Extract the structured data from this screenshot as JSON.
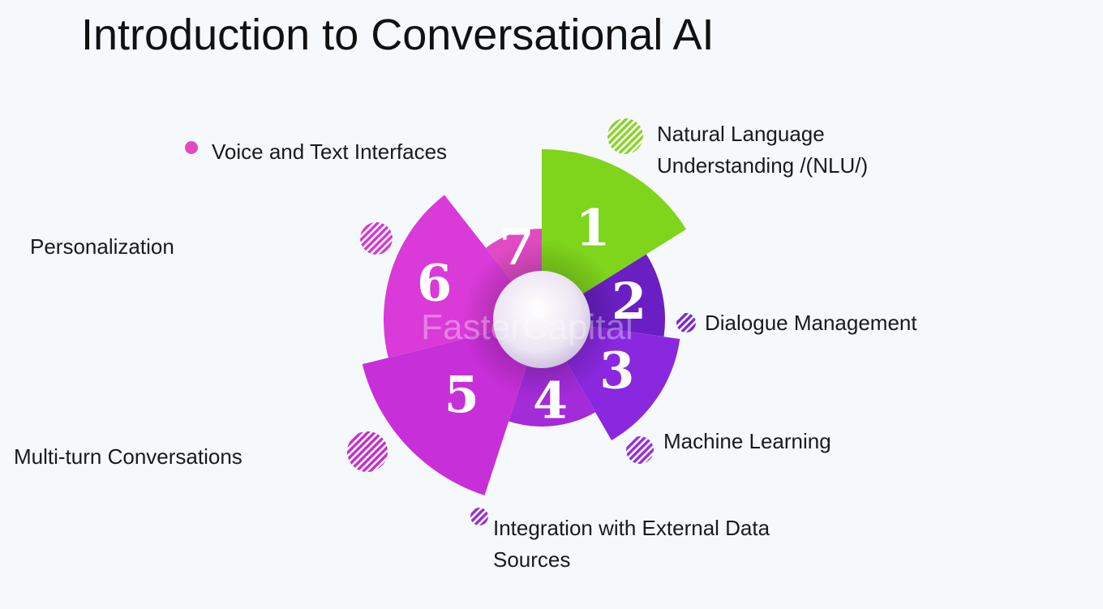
{
  "title": "Introduction to Conversational AI",
  "watermark": "FasterCapital",
  "segments": [
    {
      "number": "1",
      "label": "Natural Language Understanding /(NLU/)",
      "color": "#7fd41c",
      "icon": "striped-dot-icon"
    },
    {
      "number": "2",
      "label": "Dialogue Management",
      "color": "#6a1fc4",
      "icon": "striped-dot-icon"
    },
    {
      "number": "3",
      "label": "Machine Learning",
      "color": "#8a28e0",
      "icon": "striped-dot-icon"
    },
    {
      "number": "4",
      "label": "Integration with External Data Sources",
      "color": "#a32bd8",
      "icon": "striped-dot-icon"
    },
    {
      "number": "5",
      "label": "Multi-turn Conversations",
      "color": "#c72fd8",
      "icon": "striped-dot-icon"
    },
    {
      "number": "6",
      "label": "Personalization",
      "color": "#d93ad8",
      "icon": "striped-dot-icon"
    },
    {
      "number": "7",
      "label": "Voice and Text Interfaces",
      "color": "#e04bc4",
      "icon": "dot-icon"
    }
  ]
}
